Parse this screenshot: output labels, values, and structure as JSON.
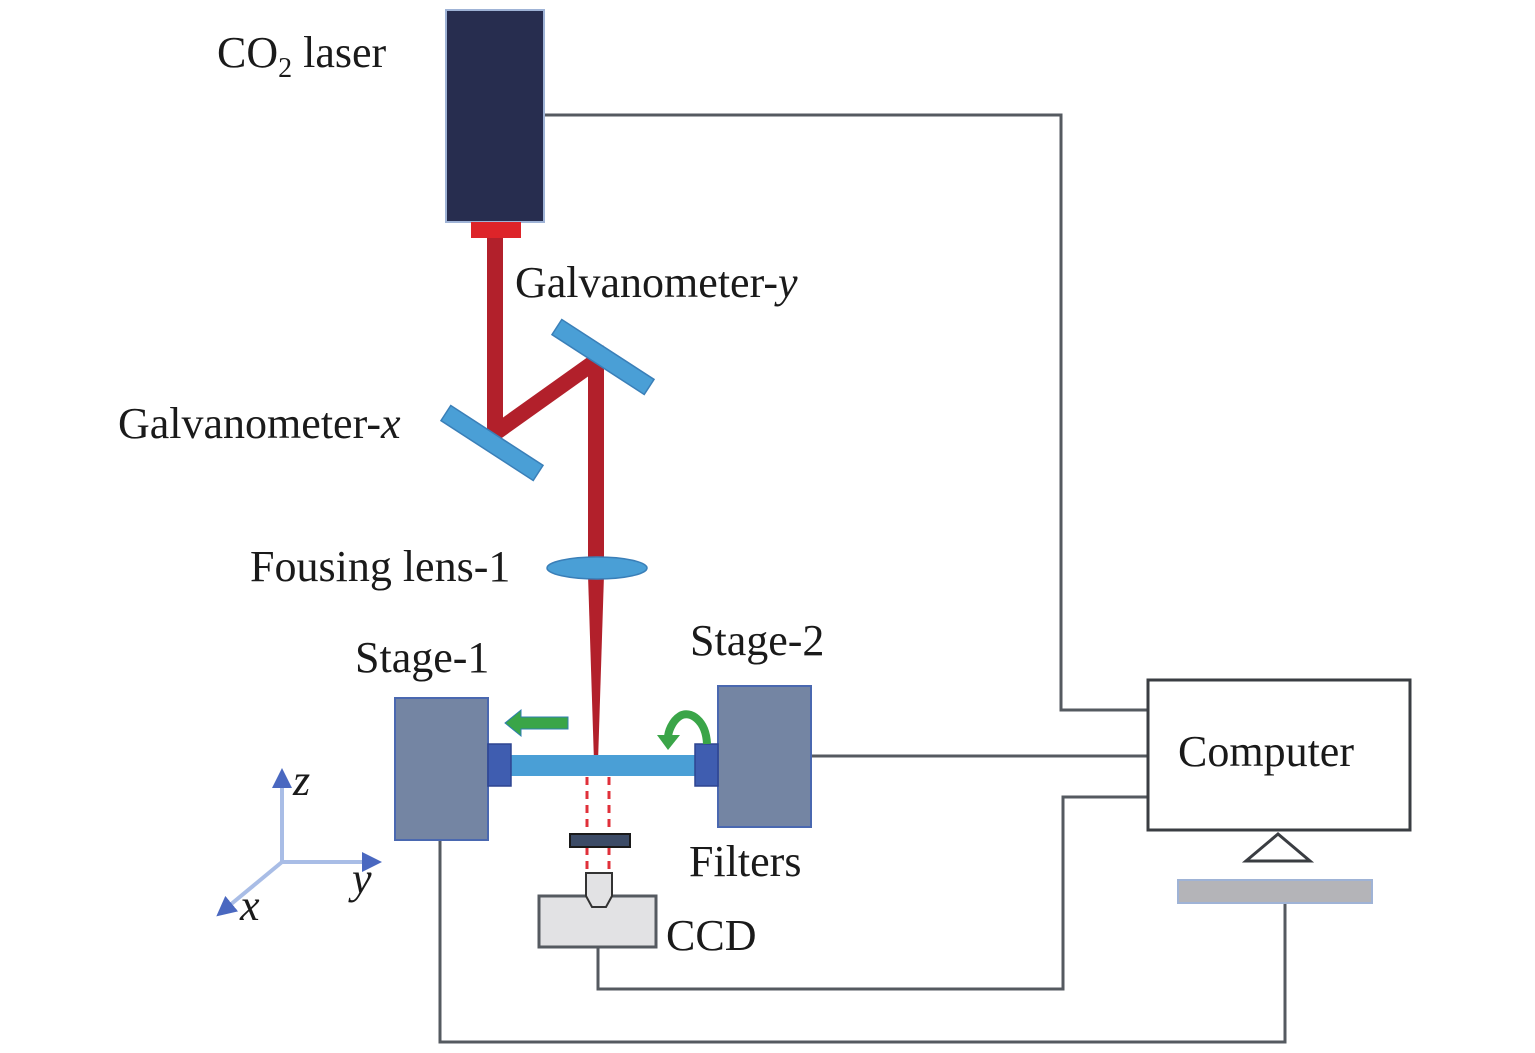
{
  "diagram": {
    "type": "optical-setup-schematic",
    "labels": {
      "co2_laser_main": "CO",
      "co2_laser_sub": "2",
      "co2_laser_tail": " laser",
      "galvo_y_text": "Galvanometer-",
      "galvo_y_axis": "y",
      "galvo_x_text": "Galvanometer-",
      "galvo_x_axis": "x",
      "focusing_lens": "Fousing lens-1",
      "stage1": "Stage-1",
      "stage2": "Stage-2",
      "filters": "Filters",
      "ccd": "CCD",
      "computer": "Computer",
      "axis_z": "z",
      "axis_y": "y",
      "axis_x": "x"
    },
    "colors": {
      "laser_body": "#272d4f",
      "laser_aperture": "#dd2429",
      "beam": "#b2202b",
      "mirror": "#4a9fd6",
      "stage": "#7485a3",
      "clamp": "#3f5db0",
      "fiber": "#4a9fd6",
      "arrow": "#3aa548",
      "filter": "#3c4b66",
      "ccd": "#e2e2e4",
      "wire": "#555a60",
      "keyboard": "#b4b4b8"
    },
    "connections": [
      {
        "from": "CO2 laser",
        "to": "Computer"
      },
      {
        "from": "Stage-2",
        "to": "Computer"
      },
      {
        "from": "CCD",
        "to": "Computer"
      },
      {
        "from": "Stage-1",
        "to": "Computer"
      }
    ],
    "motion_indicators": [
      {
        "at": "Stage-1",
        "kind": "translation-arrow"
      },
      {
        "at": "Stage-2",
        "kind": "rotation-arrow"
      }
    ]
  }
}
